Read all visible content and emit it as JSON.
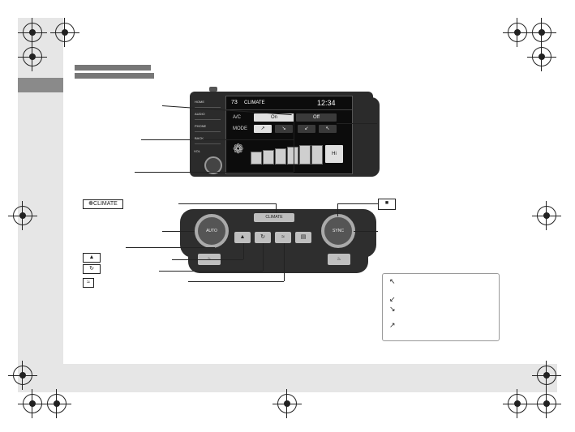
{
  "screen": {
    "temp": "73",
    "title": "CLIMATE",
    "clock": "12:34",
    "ac_label": "A/C",
    "ac_on": "On",
    "ac_off": "Off",
    "mode_label": "MODE",
    "fan_hi": "Hi",
    "side_buttons": [
      "HOME",
      "AUDIO",
      "PHONE",
      "BACK"
    ],
    "vol_label": "VOL"
  },
  "panel": {
    "climate_button": "CLIMATE",
    "left_knob": "AUTO",
    "right_knob": "SYNC"
  },
  "labels": {
    "climate_icon_text": "CLIMATE"
  },
  "colors": {
    "sidebar": "#8a8a8a",
    "unit_body": "#2b2b2b"
  }
}
